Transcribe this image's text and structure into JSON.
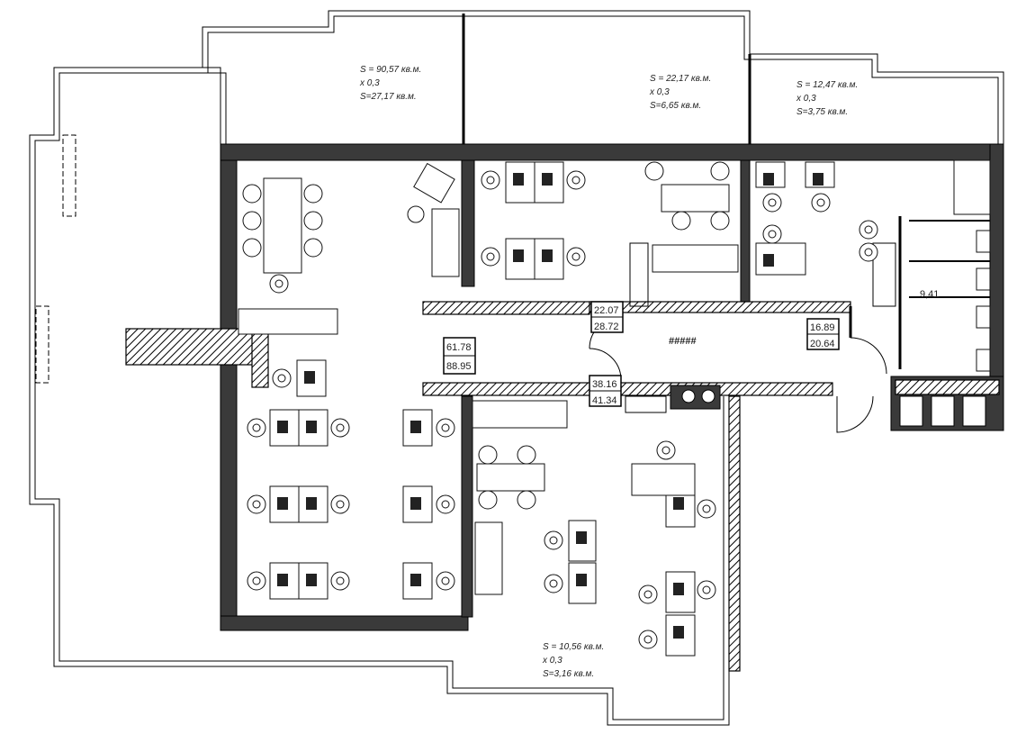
{
  "plan": {
    "terraces": [
      {
        "area": "S = 90,57 кв.м.",
        "factor": "x 0,3",
        "reduced": "S=27,17 кв.м."
      },
      {
        "area": "S = 22,17 кв.м.",
        "factor": "x 0,3",
        "reduced": "S=6,65 кв.м."
      },
      {
        "area": "S = 12,47 кв.м.",
        "factor": "x 0,3",
        "reduced": "S=3,75 кв.м."
      },
      {
        "area": "S = 10,56 кв.м.",
        "factor": "x 0,3",
        "reduced": "S=3,16 кв.м."
      }
    ],
    "room_tags": [
      {
        "top": "61.78",
        "bottom": "88.95"
      },
      {
        "top": "22.07",
        "bottom": "28.72"
      },
      {
        "top": "38.16",
        "bottom": "41.34"
      },
      {
        "top": "16.89",
        "bottom": "20.64"
      }
    ],
    "wc_area": "9,41",
    "corridor_mark": "#####"
  }
}
